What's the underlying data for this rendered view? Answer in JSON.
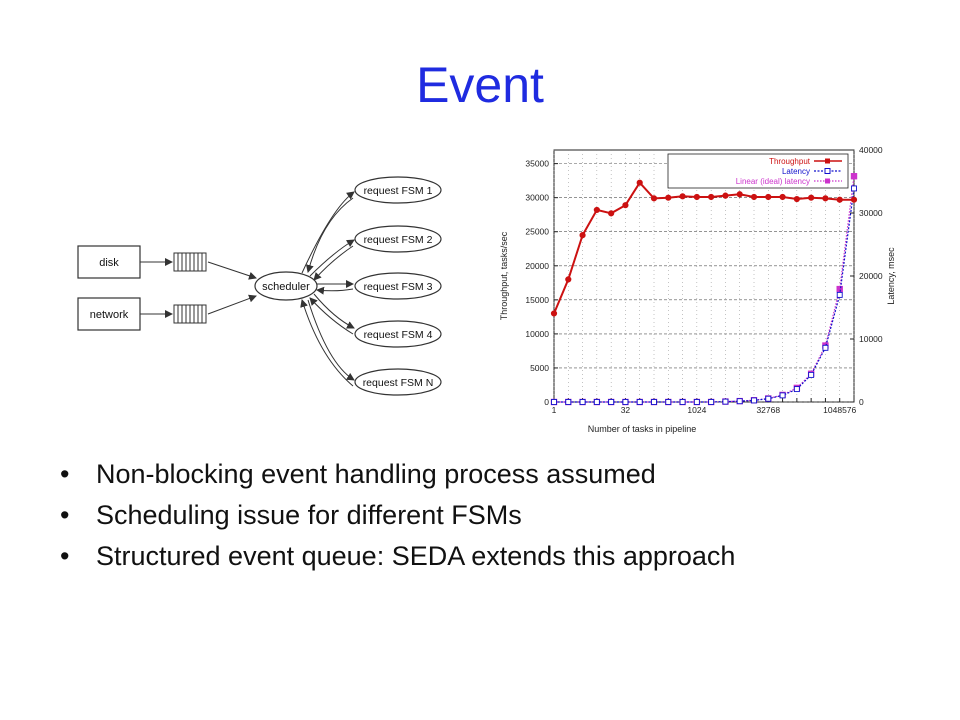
{
  "slide": {
    "title": "Event",
    "bullets": [
      "Non-blocking event handling process assumed",
      "Scheduling issue for different FSMs",
      "Structured event queue: SEDA extends this approach"
    ]
  },
  "diagram": {
    "sources": [
      "disk",
      "network"
    ],
    "scheduler": "scheduler",
    "fsms": [
      "request FSM 1",
      "request FSM 2",
      "request FSM 3",
      "request FSM 4",
      "request FSM N"
    ]
  },
  "chart_data": {
    "type": "line",
    "x": [
      1,
      2,
      4,
      8,
      16,
      32,
      64,
      128,
      256,
      512,
      1024,
      2048,
      4096,
      8192,
      16384,
      32768,
      65536,
      131072,
      262144,
      524288,
      1048576,
      2097152
    ],
    "x_ticks": [
      "1",
      "32",
      "1024",
      "32768",
      "1048576"
    ],
    "xlabel": "Number of tasks in pipeline",
    "ylabel": "Throughput, tasks/sec",
    "y2label": "Latency, msec",
    "ylim": [
      0,
      37000
    ],
    "y2lim": [
      0,
      40000
    ],
    "y_ticks": [
      0,
      5000,
      10000,
      15000,
      20000,
      25000,
      30000,
      35000
    ],
    "y2_ticks": [
      0,
      10000,
      20000,
      30000,
      40000
    ],
    "grid": true,
    "legend_position": "top-right",
    "colors": {
      "throughput": "#cc1111",
      "latency": "#1111cc",
      "ideal": "#cc33cc"
    },
    "series": [
      {
        "name": "Throughput",
        "axis": "left",
        "values": [
          13000,
          18000,
          24500,
          28200,
          27700,
          28900,
          32200,
          29900,
          30000,
          30200,
          30100,
          30100,
          30300,
          30500,
          30100,
          30100,
          30100,
          29800,
          30000,
          29900,
          29700,
          29700
        ]
      },
      {
        "name": "Latency",
        "axis": "right",
        "values": [
          0,
          0,
          0,
          0,
          0,
          0,
          0,
          0,
          0,
          0,
          0,
          0,
          60,
          130,
          250,
          520,
          1050,
          2050,
          4300,
          8600,
          17000,
          33900
        ]
      },
      {
        "name": "Linear (ideal) latency",
        "axis": "right",
        "values": [
          0,
          0,
          0,
          0,
          0,
          0,
          0,
          0,
          0,
          0,
          0,
          0,
          70,
          140,
          280,
          560,
          1120,
          2240,
          4480,
          8960,
          17920,
          35840
        ]
      }
    ]
  }
}
